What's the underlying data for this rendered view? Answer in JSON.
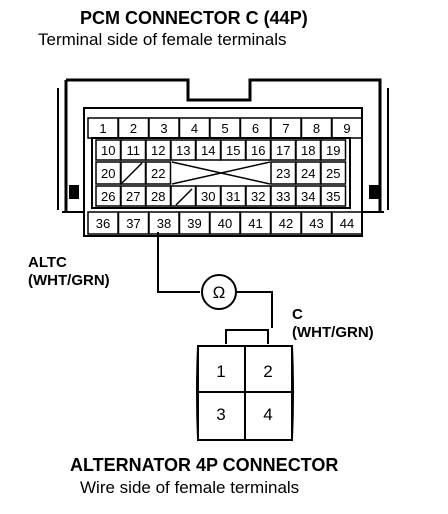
{
  "pcm_connector": {
    "title": "PCM CONNECTOR C (44P)",
    "subtitle": "Terminal side of female terminals",
    "row1": [
      "1",
      "2",
      "3",
      "4",
      "5",
      "6",
      "7",
      "8",
      "9"
    ],
    "row2": [
      "10",
      "11",
      "12",
      "13",
      "14",
      "15",
      "16",
      "17",
      "18",
      "19"
    ],
    "row3_left": [
      "20",
      "22"
    ],
    "row3_right": [
      "23",
      "24",
      "25"
    ],
    "row4_left": [
      "26",
      "27",
      "28"
    ],
    "row4_right": [
      "30",
      "31",
      "32",
      "33",
      "34",
      "35"
    ],
    "row5": [
      "36",
      "37",
      "38",
      "39",
      "40",
      "41",
      "42",
      "43",
      "44"
    ]
  },
  "wire_pcm": {
    "name": "ALTC",
    "color": "(WHT/GRN)"
  },
  "meter_symbol": "Ω",
  "wire_alt": {
    "name": "C",
    "color": "(WHT/GRN)"
  },
  "alternator_connector": {
    "title": "ALTERNATOR 4P CONNECTOR",
    "subtitle": "Wire side of female terminals",
    "pins": [
      "1",
      "2",
      "3",
      "4"
    ]
  }
}
